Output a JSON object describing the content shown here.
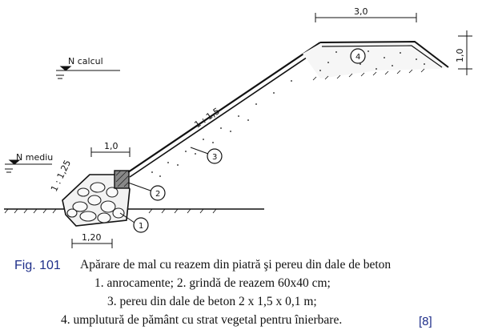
{
  "labels": {
    "n_calcul": "N calcul",
    "n_mediu": "N mediu",
    "slope_lower": "1 : 1,25",
    "slope_upper": "1 : 1,5"
  },
  "dimensions": {
    "crest_width": "3,0",
    "crest_height": "1,0",
    "beam_width": "1,0",
    "base_width": "1,20"
  },
  "callouts": [
    "1",
    "2",
    "3",
    "4"
  ],
  "caption": {
    "fig_label": "Fig. 101",
    "title": "Apărare de mal cu reazem din piatră şi pereu din dale de beton",
    "line1": "1. anrocamente; 2. grindă de reazem 60x40 cm;",
    "line2": "3. pereu din dale de beton 2 x 1,5 x 0,1 m;",
    "line3": "4. umplutură de pământ cu strat vegetal pentru înierbare.",
    "reference": "[8]"
  }
}
